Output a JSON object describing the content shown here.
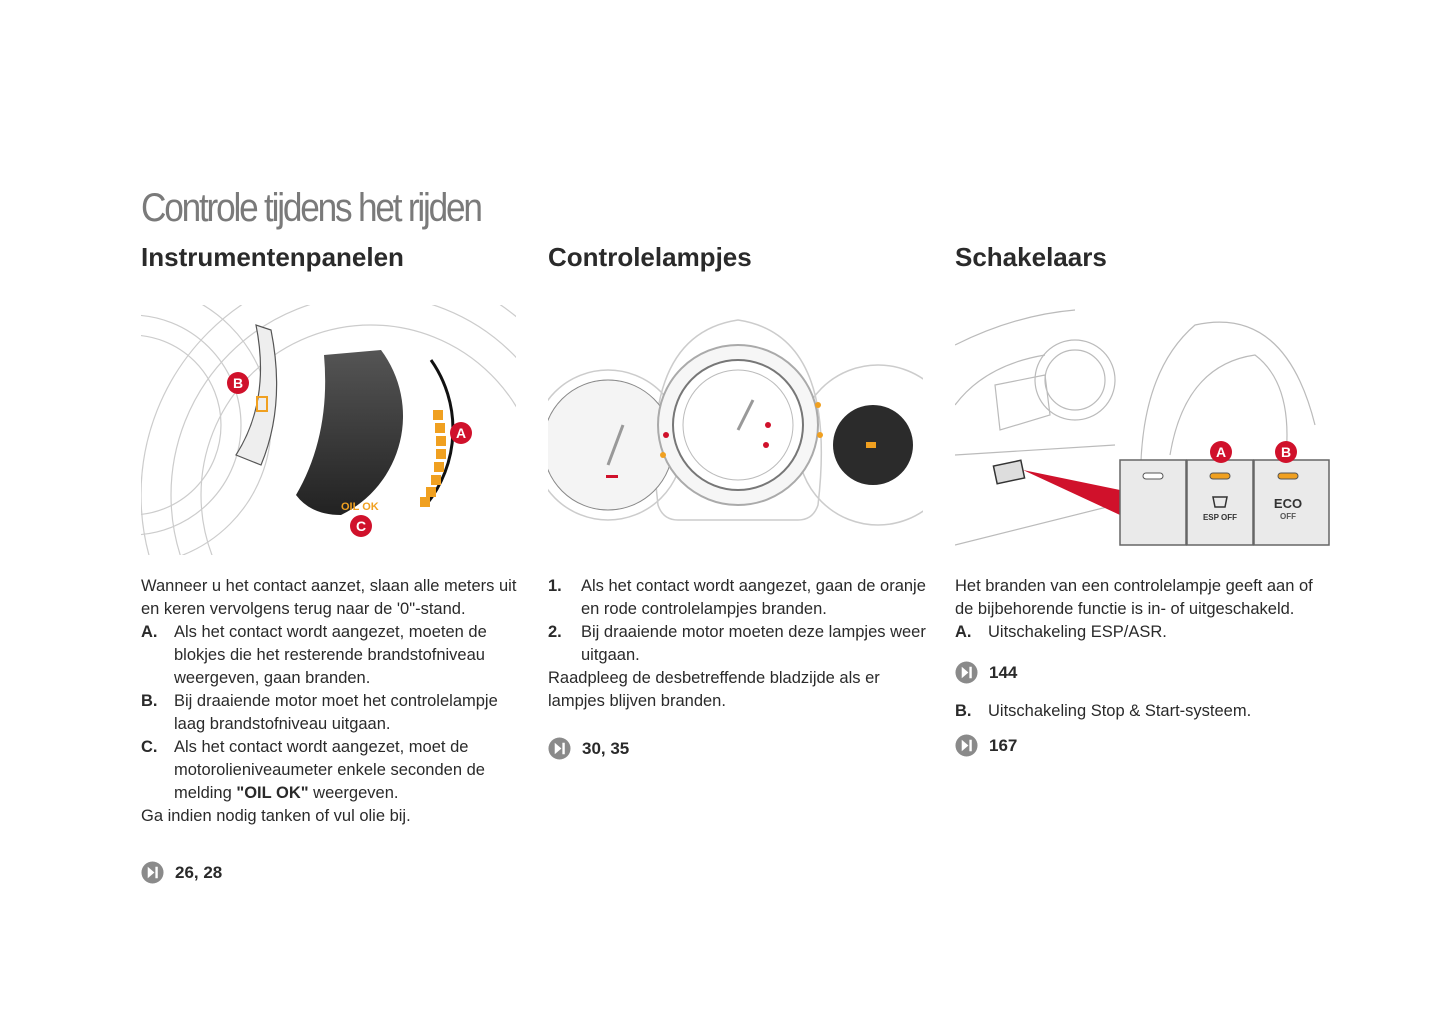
{
  "title": "Controle tijdens het rijden",
  "columns": [
    {
      "heading": "Instrumentenpanelen",
      "figure_labels": {
        "a": "A",
        "b": "B",
        "c": "C",
        "oil": "OIL OK"
      },
      "intro": "Wanneer u het contact aanzet, slaan alle meters uit en keren vervolgens terug naar de '0\"-stand.",
      "items": [
        {
          "key": "A.",
          "text": "Als het contact wordt aangezet, moeten de blokjes die het resterende brandstofniveau weergeven, gaan branden."
        },
        {
          "key": "B.",
          "text": "Bij draaiende motor moet het controlelampje laag brandstofniveau uitgaan."
        },
        {
          "key": "C.",
          "text_before": "Als het contact wordt aangezet, moet de motorolieniveaumeter enkele seconden de melding ",
          "bold": "\"OIL OK\"",
          "text_after": " weergeven."
        }
      ],
      "outro": "Ga indien nodig tanken of vul olie bij.",
      "page_ref": "26, 28"
    },
    {
      "heading": "Controlelampjes",
      "items": [
        {
          "key": "1.",
          "text": "Als het contact wordt aangezet, gaan de oranje en rode controlelampjes branden."
        },
        {
          "key": "2.",
          "text": "Bij draaiende motor moeten deze lampjes weer uitgaan."
        }
      ],
      "outro": "Raadpleeg de desbetreffende bladzijde als er lampjes blijven branden.",
      "page_ref": "30, 35"
    },
    {
      "heading": "Schakelaars",
      "figure_labels": {
        "a": "A",
        "b": "B",
        "esp": "ESP OFF",
        "eco": "ECO",
        "eco_off": "OFF"
      },
      "intro": "Het branden van een controlelampje geeft aan of de bijbehorende functie is in- of uitgeschakeld.",
      "item_a": {
        "key": "A.",
        "text": "Uitschakeling ESP/ASR."
      },
      "page_ref_a": "144",
      "item_b": {
        "key": "B.",
        "text": "Uitschakeling Stop & Start-systeem."
      },
      "page_ref_b": "167"
    }
  ],
  "colors": {
    "accent_red": "#d0112b",
    "amber": "#f0a020",
    "icon_gray": "#8a8a8a"
  }
}
